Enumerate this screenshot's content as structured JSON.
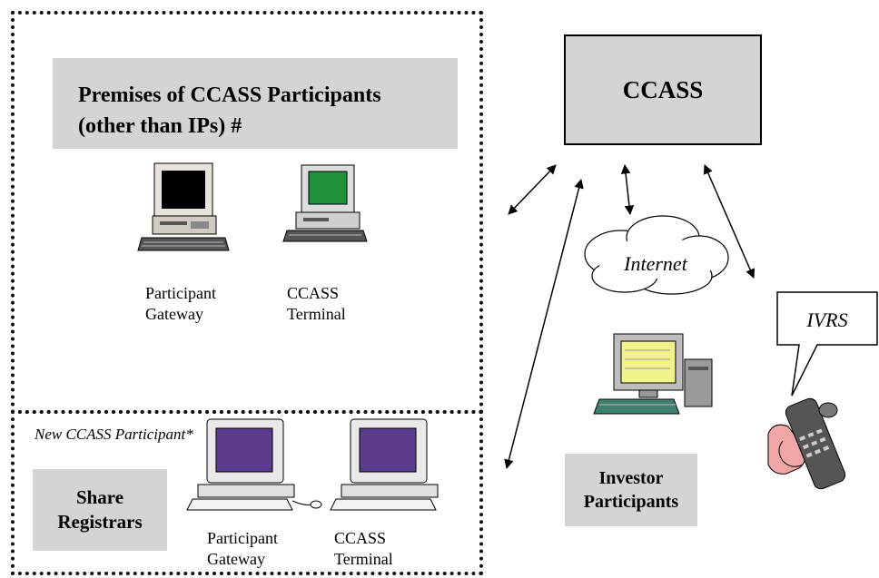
{
  "premises": {
    "title_line1": "Premises of CCASS Participants",
    "title_line2": "(other than IPs) #",
    "participant_gateway_line1": "Participant",
    "participant_gateway_line2": "Gateway",
    "ccass_terminal_line1": "CCASS",
    "ccass_terminal_line2": "Terminal"
  },
  "new_participant": {
    "label": "New CCASS Participant*",
    "share_registrars_line1": "Share",
    "share_registrars_line2": "Registrars",
    "participant_gateway_line1": "Participant",
    "participant_gateway_line2": "Gateway",
    "ccass_terminal_line1": "CCASS",
    "ccass_terminal_line2": "Terminal"
  },
  "ccass": {
    "label": "CCASS"
  },
  "internet": {
    "label": "Internet"
  },
  "ivrs": {
    "label": "IVRS"
  },
  "investor": {
    "label_line1": "Investor",
    "label_line2": "Participants"
  }
}
